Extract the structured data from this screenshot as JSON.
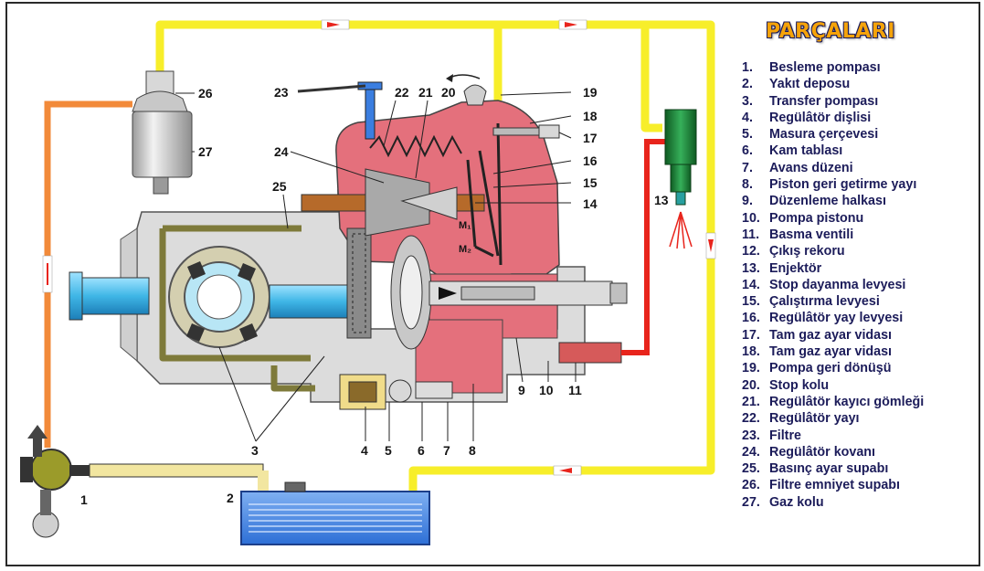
{
  "legend": {
    "title": "PARÇALARI",
    "items": [
      {
        "num": "1.",
        "name": "Besleme pompası"
      },
      {
        "num": "2.",
        "name": "Yakıt deposu"
      },
      {
        "num": "3.",
        "name": "Transfer pompası"
      },
      {
        "num": "4.",
        "name": "Regülâtör dişlisi"
      },
      {
        "num": "5.",
        "name": "Masura çerçevesi"
      },
      {
        "num": "6.",
        "name": "Kam tablası"
      },
      {
        "num": "7.",
        "name": "Avans düzeni"
      },
      {
        "num": "8.",
        "name": "Piston geri getirme yayı"
      },
      {
        "num": "9.",
        "name": "Düzenleme halkası"
      },
      {
        "num": "10.",
        "name": "Pompa pistonu"
      },
      {
        "num": "11.",
        "name": "Basma ventili"
      },
      {
        "num": "12.",
        "name": "Çıkış rekoru"
      },
      {
        "num": "13.",
        "name": "Enjektör"
      },
      {
        "num": "14.",
        "name": "Stop dayanma levyesi"
      },
      {
        "num": "15.",
        "name": "Çalıştırma levyesi"
      },
      {
        "num": "16.",
        "name": "Regülâtör yay levyesi"
      },
      {
        "num": "17.",
        "name": "Tam gaz ayar vidası"
      },
      {
        "num": "18.",
        "name": "Tam gaz ayar vidası"
      },
      {
        "num": "19.",
        "name": "Pompa geri dönüşü"
      },
      {
        "num": "20.",
        "name": "Stop kolu"
      },
      {
        "num": "21.",
        "name": "Regülâtör kayıcı gömleği"
      },
      {
        "num": "22.",
        "name": "Regülâtör yayı"
      },
      {
        "num": "23.",
        "name": "Filtre"
      },
      {
        "num": "24.",
        "name": "Regülâtör kovanı"
      },
      {
        "num": "25.",
        "name": "Basınç ayar supabı"
      },
      {
        "num": "26.",
        "name": "Filtre emniyet supabı"
      },
      {
        "num": "27.",
        "name": "Gaz kolu"
      }
    ]
  },
  "callouts": {
    "n1": "1",
    "n2": "2",
    "n3": "3",
    "n4": "4",
    "n5": "5",
    "n6": "6",
    "n7": "7",
    "n8": "8",
    "n9": "9",
    "n10": "10",
    "n11": "11",
    "n13": "13",
    "n14": "14",
    "n15": "15",
    "n16": "16",
    "n17": "17",
    "n18": "18",
    "n19": "19",
    "n20": "20",
    "n21": "21",
    "n22": "22",
    "n23": "23",
    "n24": "24",
    "n25": "25",
    "n26": "26",
    "n27": "27",
    "m1": "M₁",
    "m2": "M₂"
  },
  "colors": {
    "return_line": "#f7ee2a",
    "supply_line": "#f28a3a",
    "high_pressure_line": "#e8241c",
    "pump_body": "#d6d6d6",
    "governor_housing": "#e4707c",
    "transfer_circuit": "#7e7a3a",
    "plunger": "#3fb6e6",
    "tank": "#3b7ee0",
    "injector": "#1f8a3a",
    "legend_title": "#f5a30a",
    "legend_text": "#1c1c5a"
  }
}
